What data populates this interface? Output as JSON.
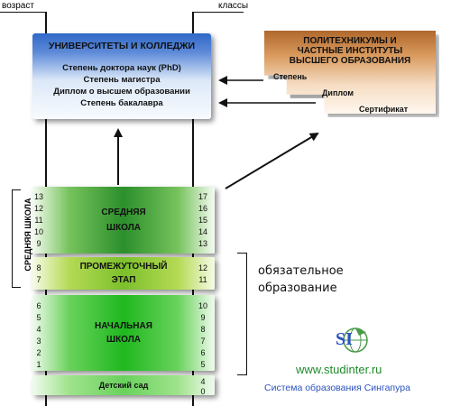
{
  "headers": {
    "age": "возраст",
    "grades": "классы"
  },
  "university": {
    "title": "УНИВЕРСИТЕТЫ И КОЛЛЕДЖИ",
    "degrees": [
      "Степень доктора наук (PhD)",
      "Степень магистра",
      "Диплом о высшем образовании",
      "Степень бакалавра"
    ],
    "color": "#2f68c8"
  },
  "polytechnic": {
    "title_lines": [
      "ПОЛИТЕХНИКУМЫ И",
      "ЧАСТНЫЕ ИНСТИТУТЫ",
      "ВЫСШЕГО ОБРАЗОВАНИЯ"
    ],
    "steps": [
      "Степень",
      "Диплом",
      "Сертификат"
    ],
    "color": "#b0682c"
  },
  "levels": {
    "secondary": {
      "label_1": "СРЕДНЯЯ",
      "label_2": "ШКОЛА",
      "ages": [
        "13",
        "12",
        "11",
        "10",
        "9"
      ],
      "grades": [
        "17",
        "16",
        "15",
        "14",
        "13"
      ]
    },
    "intermediate": {
      "label_1": "ПРОМЕЖУТОЧНЫЙ",
      "label_2": "ЭТАП",
      "ages": [
        "8",
        "7"
      ],
      "grades": [
        "12",
        "11"
      ]
    },
    "primary": {
      "label_1": "НАЧАЛЬНАЯ",
      "label_2": "ШКОЛА",
      "ages": [
        "6",
        "5",
        "4",
        "3",
        "2",
        "1"
      ],
      "grades": [
        "10",
        "9",
        "8",
        "7",
        "6",
        "5"
      ]
    },
    "kindergarten": {
      "label": "Детский сад",
      "grades": [
        "4",
        "0"
      ]
    }
  },
  "side_label": "СРЕДНЯЯ ШКОЛА",
  "compulsory": {
    "line1": "обязательное",
    "line2": "образование"
  },
  "footer": {
    "logo_text": "SI",
    "url": "www.studinter.ru",
    "caption": "Система образования Сингапура"
  }
}
